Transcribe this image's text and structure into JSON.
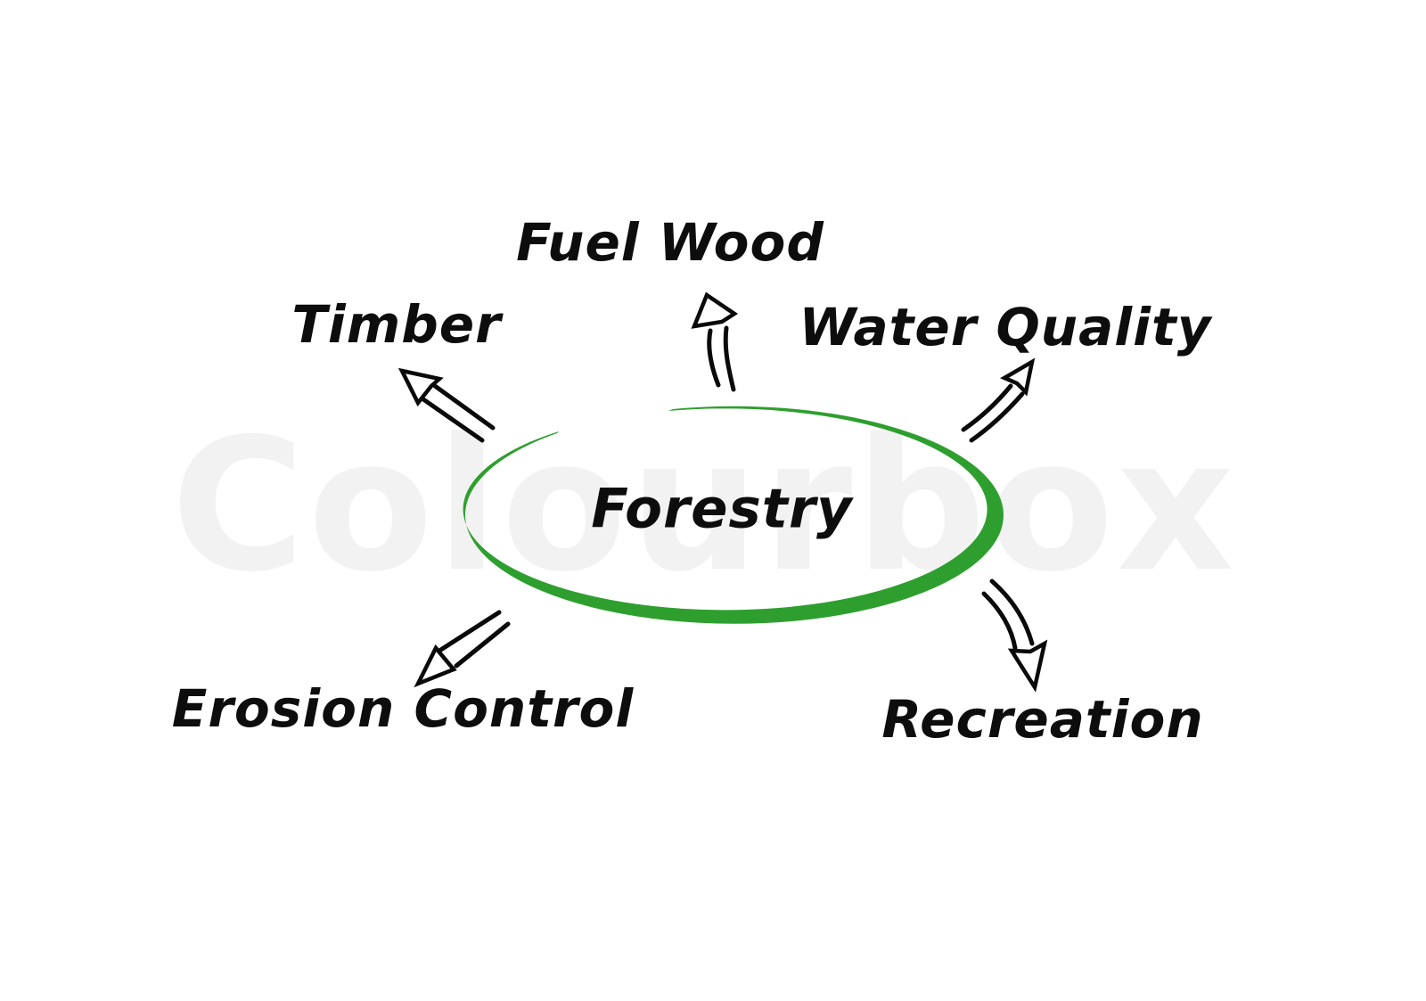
{
  "diagram": {
    "center": {
      "label": "Forestry"
    },
    "nodes": [
      {
        "id": "fuel-wood",
        "label": "Fuel Wood"
      },
      {
        "id": "timber",
        "label": "Timber"
      },
      {
        "id": "water-quality",
        "label": "Water Quality"
      },
      {
        "id": "erosion-control",
        "label": "Erosion Control"
      },
      {
        "id": "recreation",
        "label": "Recreation"
      }
    ],
    "colors": {
      "ellipse_green": "#2e9f2e",
      "text_black": "#0d0d0d",
      "watermark_gray": "#f2f2f2"
    }
  },
  "watermark": {
    "text": "Colourbox"
  }
}
